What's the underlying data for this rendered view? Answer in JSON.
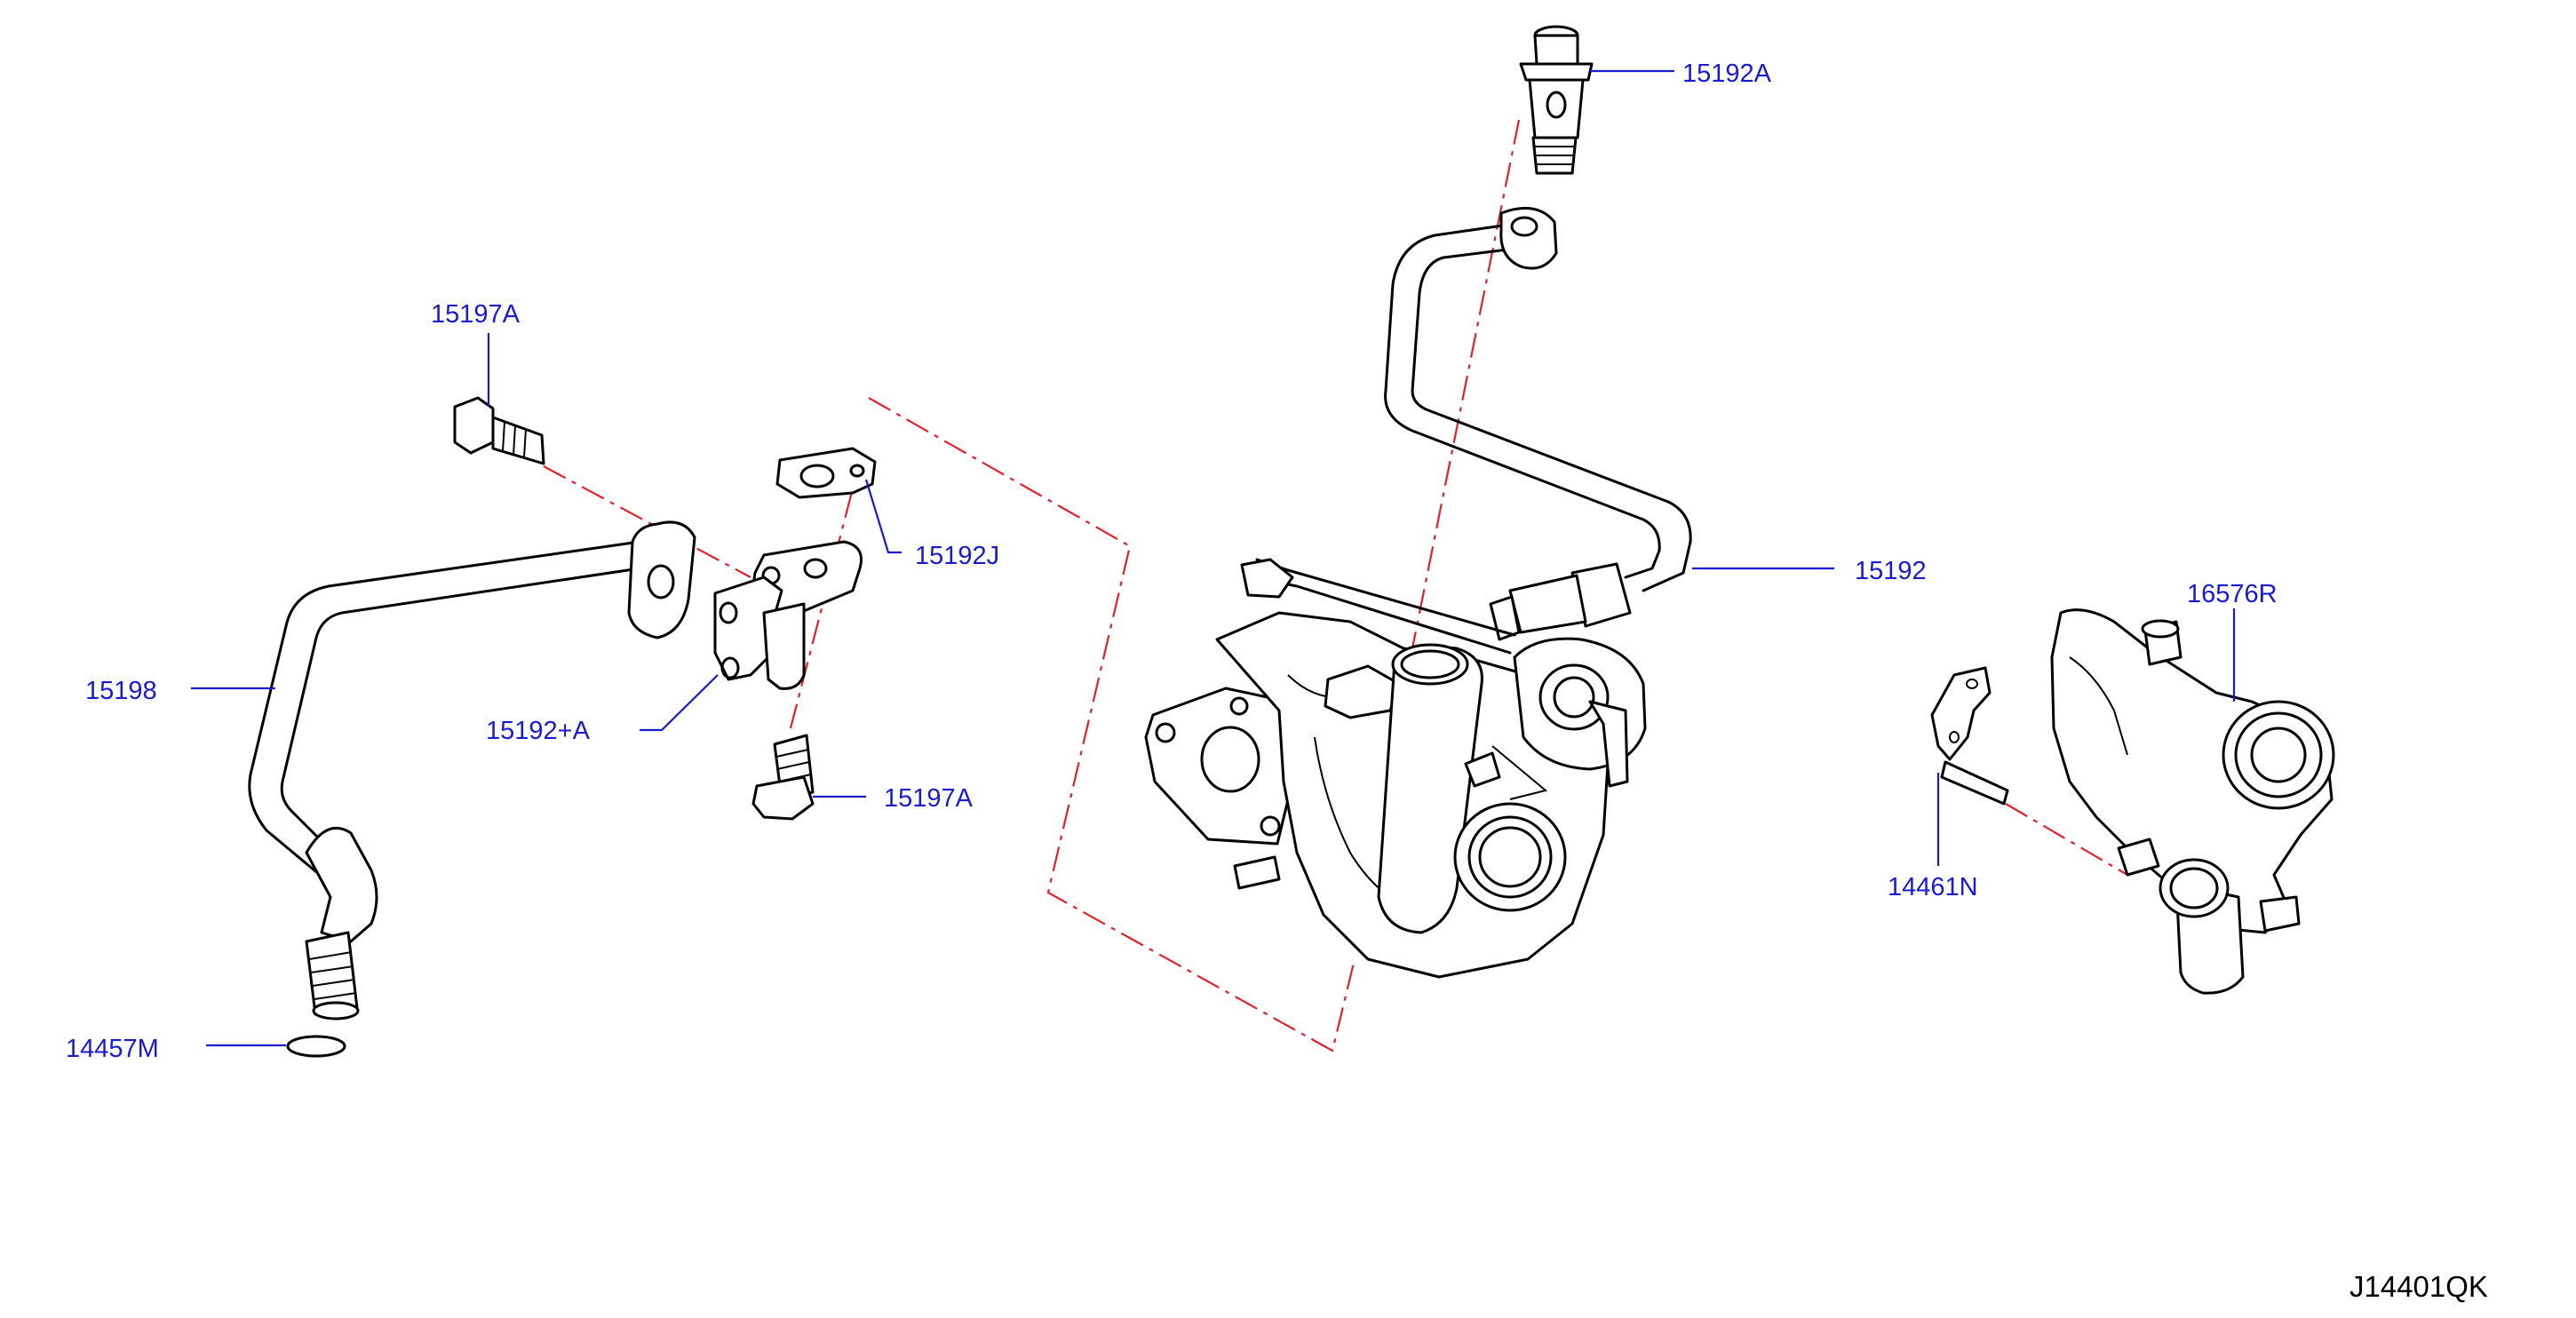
{
  "label_color": "#1a1ad0",
  "dash_color": "#e0202a",
  "callouts": [
    {
      "id": "15192a",
      "text": "15192A"
    },
    {
      "id": "15197a-top",
      "text": "15197A"
    },
    {
      "id": "15192j",
      "text": "15192J"
    },
    {
      "id": "15192",
      "text": "15192"
    },
    {
      "id": "16576r",
      "text": "16576R"
    },
    {
      "id": "15198",
      "text": "15198"
    },
    {
      "id": "15192pa",
      "text": "15192+A"
    },
    {
      "id": "15197a-bottom",
      "text": "15197A"
    },
    {
      "id": "14461n",
      "text": "14461N"
    },
    {
      "id": "14457m",
      "text": "14457M"
    }
  ],
  "diagram_code": "J14401QK"
}
